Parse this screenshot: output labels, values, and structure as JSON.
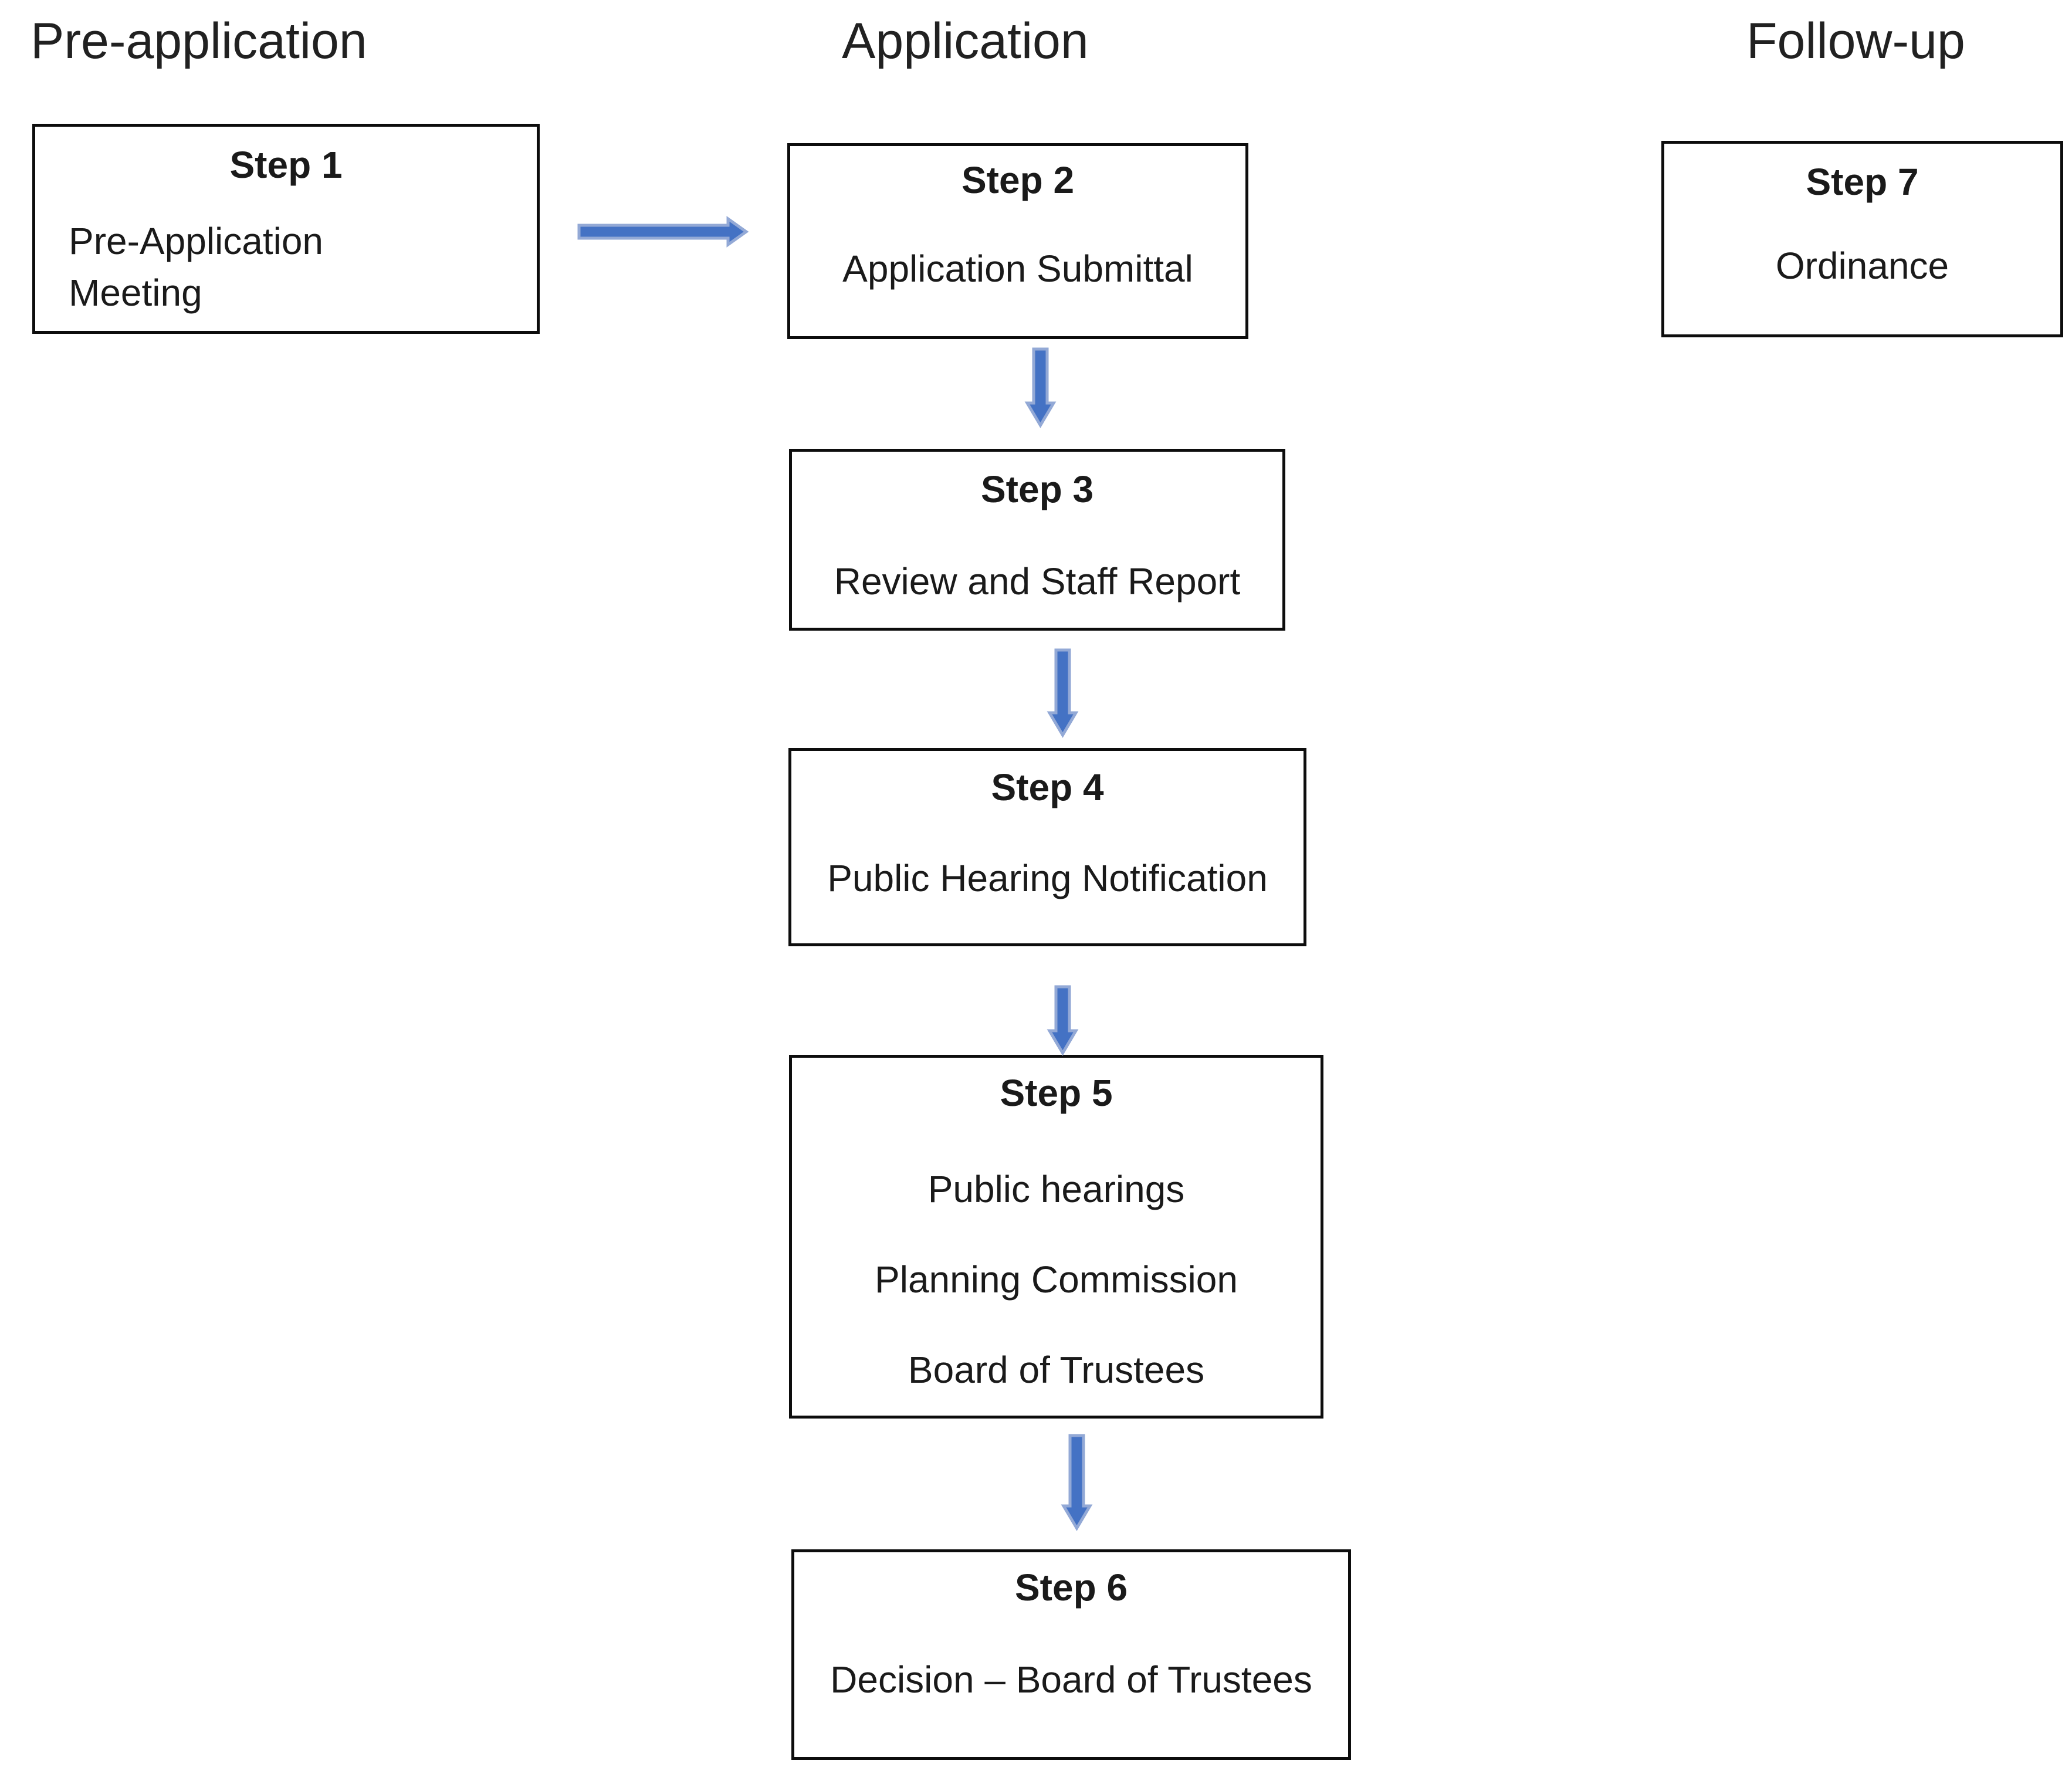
{
  "diagram": {
    "type": "flowchart",
    "columns": [
      {
        "heading": "Pre-application",
        "steps": [
          {
            "title": "Step 1",
            "lines": [
              "Pre-Application",
              "Meeting"
            ]
          }
        ]
      },
      {
        "heading": "Application",
        "steps": [
          {
            "title": "Step 2",
            "lines": [
              "Application Submittal"
            ]
          },
          {
            "title": "Step 3",
            "lines": [
              "Review and Staff Report"
            ]
          },
          {
            "title": "Step 4",
            "lines": [
              "Public Hearing Notification"
            ]
          },
          {
            "title": "Step 5",
            "lines": [
              "Public hearings",
              "Planning Commission",
              "Board of Trustees"
            ]
          },
          {
            "title": "Step 6",
            "lines": [
              "Decision – Board of Trustees"
            ]
          }
        ]
      },
      {
        "heading": "Follow-up",
        "steps": [
          {
            "title": "Step 7",
            "lines": [
              "Ordinance"
            ]
          }
        ]
      }
    ],
    "connectors": [
      {
        "from": "Step 1",
        "to": "Step 2",
        "direction": "right"
      },
      {
        "from": "Step 2",
        "to": "Step 3",
        "direction": "down"
      },
      {
        "from": "Step 3",
        "to": "Step 4",
        "direction": "down"
      },
      {
        "from": "Step 4",
        "to": "Step 5",
        "direction": "down"
      },
      {
        "from": "Step 5",
        "to": "Step 6",
        "direction": "down"
      }
    ],
    "colors": {
      "arrow_fill": "#4472C4",
      "arrow_edge": "#93A9D6",
      "box_border": "#0d0d0d",
      "text": "#1a1a1a",
      "background": "#ffffff"
    }
  }
}
